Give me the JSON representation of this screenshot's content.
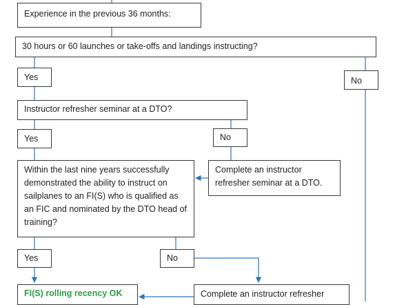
{
  "nodes": {
    "experience": "Experience in the previous 36 months:",
    "hours_question": "30 hours or 60 launches or take-offs and landings instructing?",
    "yes_1": "Yes",
    "no_1": "No",
    "seminar_question": "Instructor refresher seminar at a DTO?",
    "yes_2": "Yes",
    "no_2": "No",
    "nine_years_question": "Within the last nine years successfully demonstrated the ability to instruct on sailplanes to an FI(S) who is qualified as an FIC and nominated by the DTO head of training?",
    "complete_seminar": "Complete an instructor refresher seminar at a DTO.",
    "yes_3": "Yes",
    "no_3": "No",
    "recency_ok": "FI(S) rolling recency OK",
    "complete_refresher": "Complete an instructor refresher"
  },
  "colors": {
    "connector": "#2e75b6",
    "box_border": "#3a3a3a",
    "ok_text": "#2f9e44"
  }
}
